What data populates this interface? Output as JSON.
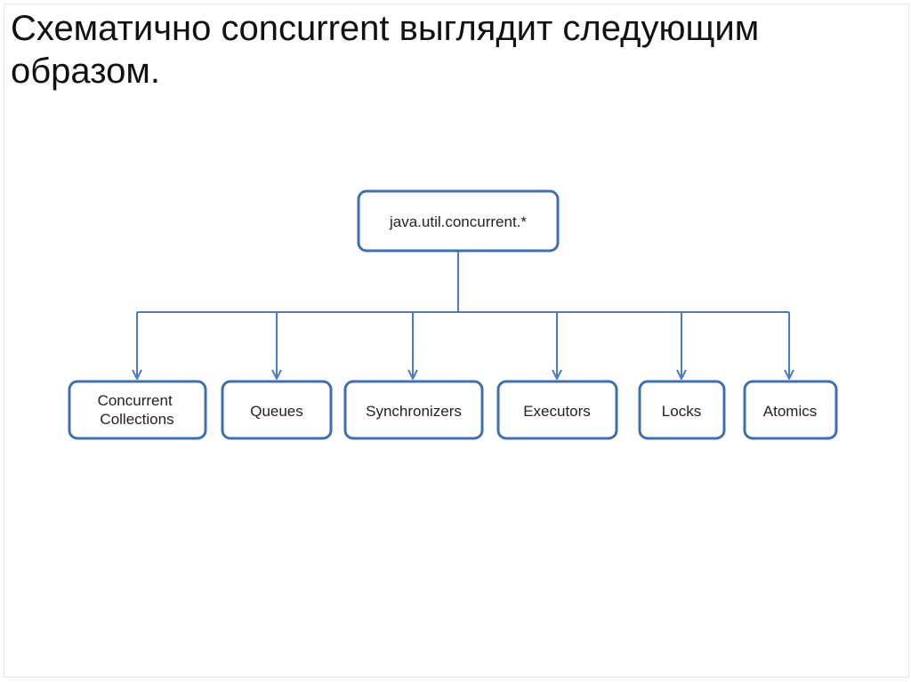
{
  "slide": {
    "title": "Схематично concurrent выглядит следующим образом."
  },
  "diagram": {
    "root": {
      "label": "java.util.concurrent.*"
    },
    "children": [
      {
        "label": "Concurrent Collections"
      },
      {
        "label": "Queues"
      },
      {
        "label": "Synchronizers"
      },
      {
        "label": "Executors"
      },
      {
        "label": "Locks"
      },
      {
        "label": "Atomics"
      }
    ],
    "colors": {
      "border": "#3f6fb0",
      "edge": "#4a7cbf",
      "text": "#222222"
    }
  }
}
